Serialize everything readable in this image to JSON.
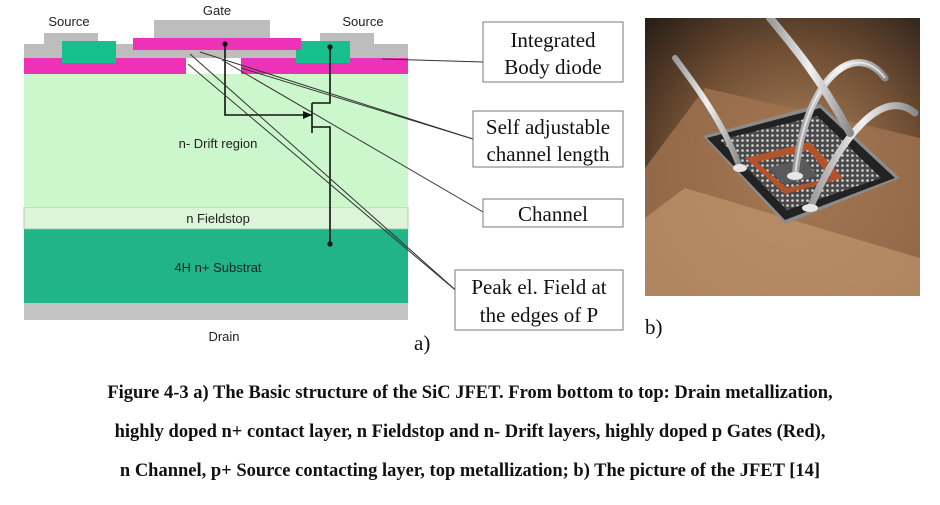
{
  "figure": {
    "diagram": {
      "terminals": {
        "gate": "Gate",
        "source_left": "Source",
        "source_right": "Source",
        "drain": "Drain"
      },
      "regions": {
        "drift": "n- Drift region",
        "fieldstop": "n Fieldstop",
        "substrate": "4H n+ Substrat"
      },
      "callouts": [
        {
          "lines": [
            "Integrated",
            "Body diode"
          ]
        },
        {
          "lines": [
            "Self adjustable",
            "channel length"
          ]
        },
        {
          "lines": [
            "Channel"
          ]
        },
        {
          "lines": [
            "Peak el. Field at",
            "the edges of P"
          ]
        }
      ],
      "panel_mark": "a)",
      "colors": {
        "drift": "#ccf7cc",
        "substrate": "#20b488",
        "p_gate": "#ee32b8",
        "source_contact": "#16c08c",
        "metal": "#bdbdbd"
      }
    },
    "photo": {
      "panel_mark": "b)"
    },
    "caption": {
      "lines": [
        "Figure 4-3 a) The Basic structure of the SiC JFET. From bottom to top: Drain metallization,",
        "highly doped n+ contact layer, n Fieldstop and n- Drift layers, highly doped p Gates (Red),",
        "n Channel,  p+ Source contacting layer,  top metallization; b) The picture of the JFET [14]"
      ]
    }
  }
}
